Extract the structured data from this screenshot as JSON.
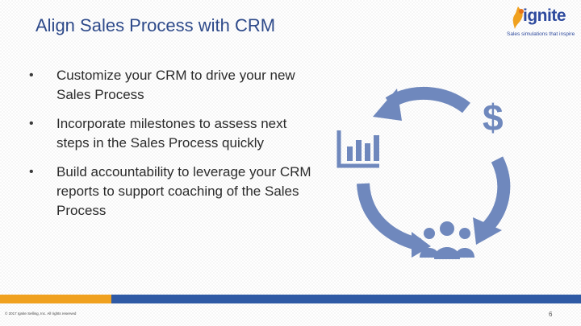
{
  "slide": {
    "title": "Align Sales Process with CRM",
    "bullets": [
      {
        "marker": "•",
        "text": "Customize your CRM to drive your new Sales Process"
      },
      {
        "marker": "•",
        "text": "Incorporate milestones to assess next steps in the Sales Process quickly"
      },
      {
        "marker": "•",
        "text": "Build accountability to leverage your CRM reports to support coaching of the Sales Process"
      }
    ]
  },
  "logo": {
    "wordmark": "ignite",
    "tagline": "Sales simulations that inspire"
  },
  "graphic": {
    "dollar_symbol": "$",
    "icons": [
      "bar-chart-icon",
      "dollar-icon",
      "people-icon",
      "cycle-arrows-icon"
    ],
    "accent_color": "#6f88bd"
  },
  "footer": {
    "copyright": "© 2017 Ignite Selling, Inc. All rights reserved",
    "page_number": "6",
    "colors": {
      "orange": "#f0a11f",
      "blue": "#2f5aa5"
    }
  }
}
